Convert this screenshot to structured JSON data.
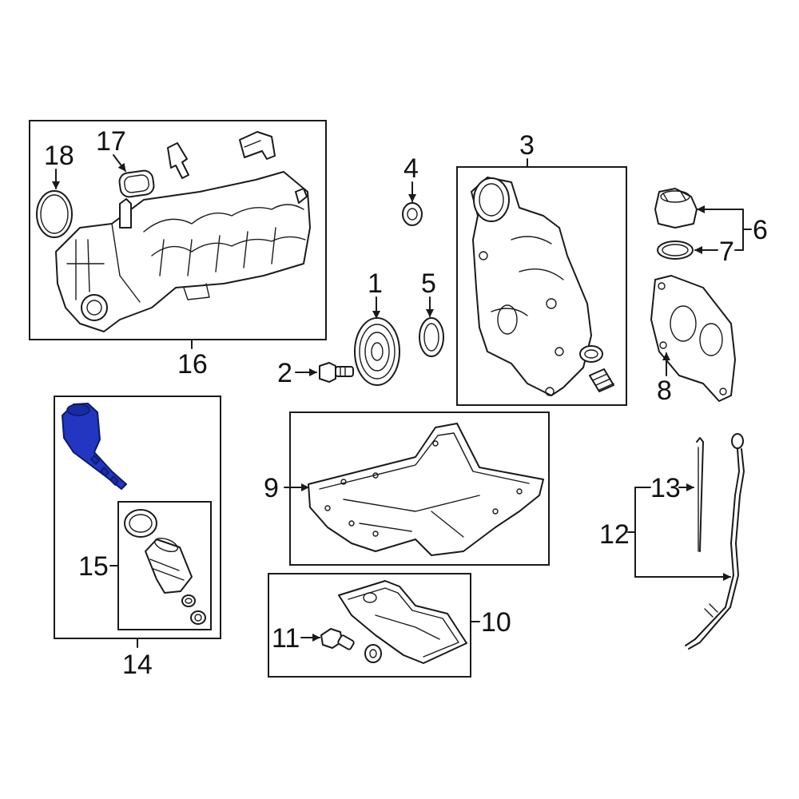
{
  "diagram": {
    "highlight_color": "#2236c2",
    "line_color": "#1a1a1a",
    "background": "#ffffff",
    "callouts": {
      "c1": "1",
      "c2": "2",
      "c3": "3",
      "c4": "4",
      "c5": "5",
      "c6": "6",
      "c7": "7",
      "c8": "8",
      "c9": "9",
      "c10": "10",
      "c11": "11",
      "c12": "12",
      "c13": "13",
      "c14": "14",
      "c15": "15",
      "c16": "16",
      "c17": "17",
      "c18": "18"
    },
    "highlighted_part": "14"
  }
}
